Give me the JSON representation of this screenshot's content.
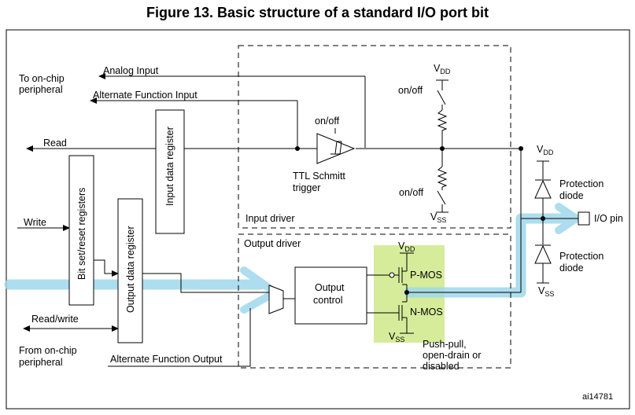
{
  "title": "Figure 13. Basic structure of a standard I/O port bit",
  "figure_id": "ai14781",
  "labels": {
    "to_on_chip_1": "To on-chip",
    "to_on_chip_2": "peripheral",
    "analog_input": "Analog Input",
    "alt_func_input": "Alternate Function Input",
    "read": "Read",
    "write": "Write",
    "read_write": "Read/write",
    "from_on_chip_1": "From on-chip",
    "from_on_chip_2": "peripheral",
    "alt_func_output": "Alternate Function Output",
    "input_data_register": "Input data register",
    "bit_set_reset_registers": "Bit set/reset registers",
    "output_data_register": "Output data register",
    "on_off_trigger": "on/off",
    "ttl_schmitt_1": "TTL Schmitt",
    "ttl_schmitt_2": "trigger",
    "vdd_main": "V",
    "vdd_sub": "DD",
    "on_off_top": "on/off",
    "on_off_bottom": "on/off",
    "vss_main": "V",
    "vss_sub": "SS",
    "input_driver": "Input driver",
    "output_driver": "Output driver",
    "output_control_1": "Output",
    "output_control_2": "control",
    "p_mos": "P-MOS",
    "n_mos": "N-MOS",
    "push_pull_1": "Push-pull,",
    "push_pull_2": "open-drain or",
    "push_pull_3": "disabled",
    "protection_diode_1": "Protection",
    "protection_diode_2": "diode",
    "io_pin": "I/O pin"
  },
  "colors": {
    "highlight_path": "#9fd8ec",
    "mos_box": "#d6ec9a",
    "line": "#000000"
  }
}
